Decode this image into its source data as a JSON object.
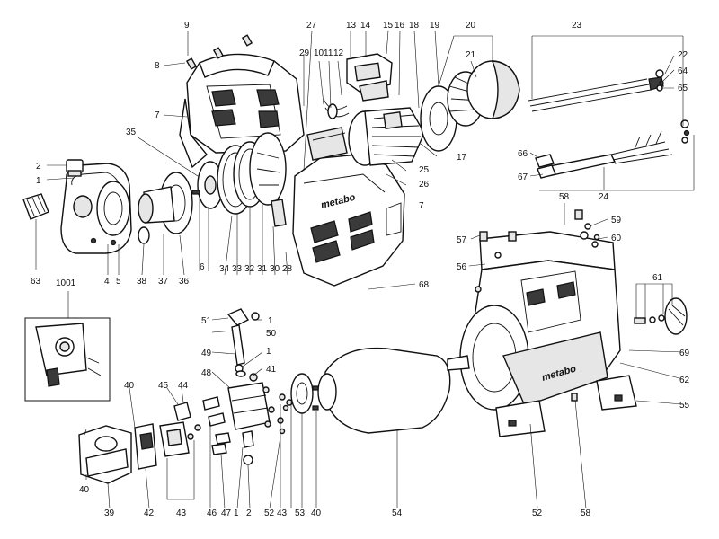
{
  "brand_text": "metabo",
  "labels": [
    {
      "id": "l9",
      "text": "9"
    },
    {
      "id": "l8",
      "text": "8"
    },
    {
      "id": "l7a",
      "text": "7"
    },
    {
      "id": "l7b",
      "text": "7"
    },
    {
      "id": "l35",
      "text": "35"
    },
    {
      "id": "l2a",
      "text": "2"
    },
    {
      "id": "l1a",
      "text": "1"
    },
    {
      "id": "l63",
      "text": "63"
    },
    {
      "id": "l4",
      "text": "4"
    },
    {
      "id": "l5",
      "text": "5"
    },
    {
      "id": "l38",
      "text": "38"
    },
    {
      "id": "l37",
      "text": "37"
    },
    {
      "id": "l36",
      "text": "36"
    },
    {
      "id": "l6",
      "text": "6"
    },
    {
      "id": "l34",
      "text": "34"
    },
    {
      "id": "l33",
      "text": "33"
    },
    {
      "id": "l32",
      "text": "32"
    },
    {
      "id": "l31",
      "text": "31"
    },
    {
      "id": "l30",
      "text": "30"
    },
    {
      "id": "l28",
      "text": "28"
    },
    {
      "id": "l27",
      "text": "27"
    },
    {
      "id": "l29",
      "text": "29"
    },
    {
      "id": "l10",
      "text": "10"
    },
    {
      "id": "l11",
      "text": "11"
    },
    {
      "id": "l12",
      "text": "12"
    },
    {
      "id": "l13",
      "text": "13"
    },
    {
      "id": "l14",
      "text": "14"
    },
    {
      "id": "l15",
      "text": "15"
    },
    {
      "id": "l16",
      "text": "16"
    },
    {
      "id": "l18",
      "text": "18"
    },
    {
      "id": "l19",
      "text": "19"
    },
    {
      "id": "l20",
      "text": "20"
    },
    {
      "id": "l21",
      "text": "21"
    },
    {
      "id": "l23",
      "text": "23"
    },
    {
      "id": "l22",
      "text": "22"
    },
    {
      "id": "l64",
      "text": "64"
    },
    {
      "id": "l65",
      "text": "65"
    },
    {
      "id": "l17",
      "text": "17"
    },
    {
      "id": "l25",
      "text": "25"
    },
    {
      "id": "l26",
      "text": "26"
    },
    {
      "id": "l66",
      "text": "66"
    },
    {
      "id": "l67",
      "text": "67"
    },
    {
      "id": "l24",
      "text": "24"
    },
    {
      "id": "l68",
      "text": "68"
    },
    {
      "id": "l58a",
      "text": "58"
    },
    {
      "id": "l59",
      "text": "59"
    },
    {
      "id": "l60",
      "text": "60"
    },
    {
      "id": "l57",
      "text": "57"
    },
    {
      "id": "l56",
      "text": "56"
    },
    {
      "id": "l61",
      "text": "61"
    },
    {
      "id": "l69",
      "text": "69"
    },
    {
      "id": "l62",
      "text": "62"
    },
    {
      "id": "l55",
      "text": "55"
    },
    {
      "id": "l1001",
      "text": "1001"
    },
    {
      "id": "l51",
      "text": "51"
    },
    {
      "id": "l1b",
      "text": "1"
    },
    {
      "id": "l50",
      "text": "50"
    },
    {
      "id": "l49",
      "text": "49"
    },
    {
      "id": "l1c",
      "text": "1"
    },
    {
      "id": "l48",
      "text": "48"
    },
    {
      "id": "l41",
      "text": "41"
    },
    {
      "id": "l40a",
      "text": "40"
    },
    {
      "id": "l45",
      "text": "45"
    },
    {
      "id": "l44",
      "text": "44"
    },
    {
      "id": "l40b",
      "text": "40"
    },
    {
      "id": "l39",
      "text": "39"
    },
    {
      "id": "l42",
      "text": "42"
    },
    {
      "id": "l43a",
      "text": "43"
    },
    {
      "id": "l46",
      "text": "46"
    },
    {
      "id": "l47",
      "text": "47"
    },
    {
      "id": "l1d",
      "text": "1"
    },
    {
      "id": "l2b",
      "text": "2"
    },
    {
      "id": "l52a",
      "text": "52"
    },
    {
      "id": "l43b",
      "text": "43"
    },
    {
      "id": "l53",
      "text": "53"
    },
    {
      "id": "l40c",
      "text": "40"
    },
    {
      "id": "l54",
      "text": "54"
    },
    {
      "id": "l52b",
      "text": "52"
    },
    {
      "id": "l58b",
      "text": "58"
    }
  ]
}
